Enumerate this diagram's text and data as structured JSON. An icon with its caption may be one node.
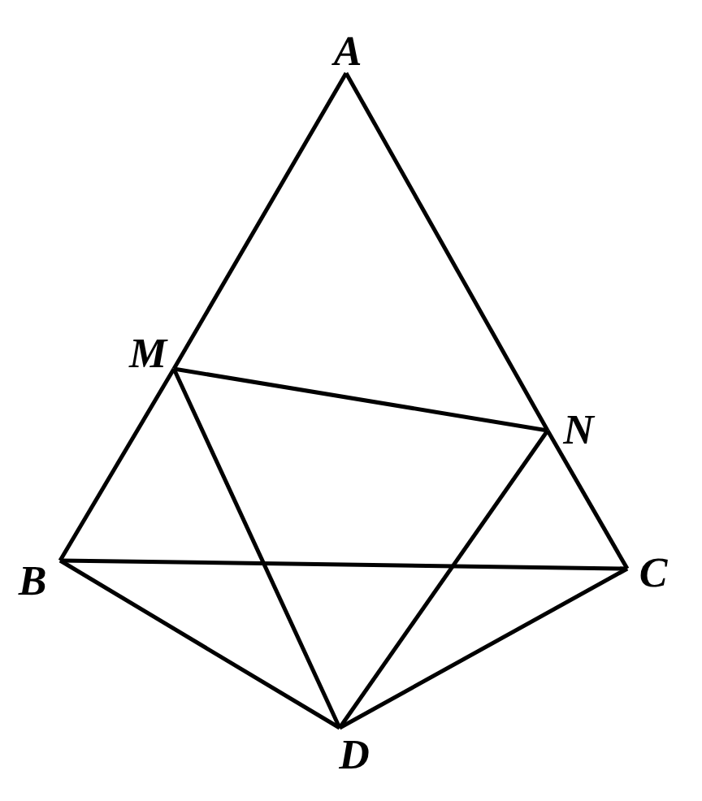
{
  "diagram": {
    "nodes": [
      {
        "text": [
          "A"
        ]
      },
      {
        "text": [
          "M"
        ]
      },
      {
        "text": [
          "N"
        ]
      },
      {
        "text": [
          "B"
        ]
      },
      {
        "text": [
          "C"
        ]
      },
      {
        "text": [
          "D"
        ]
      }
    ],
    "edges": [
      {
        "from": 0,
        "to": 1,
        "arrow": "none"
      },
      {
        "from": 1,
        "to": 3,
        "arrow": "none"
      },
      {
        "from": 0,
        "to": 2,
        "arrow": "none"
      },
      {
        "from": 2,
        "to": 4,
        "arrow": "none"
      },
      {
        "from": 1,
        "to": 2,
        "arrow": "none"
      },
      {
        "from": 3,
        "to": 4,
        "arrow": "none"
      },
      {
        "from": 1,
        "to": 5,
        "arrow": "none"
      },
      {
        "from": 2,
        "to": 5,
        "arrow": "none"
      },
      {
        "from": 3,
        "to": 5,
        "arrow": "none"
      },
      {
        "from": 4,
        "to": 5,
        "arrow": "none"
      }
    ]
  }
}
